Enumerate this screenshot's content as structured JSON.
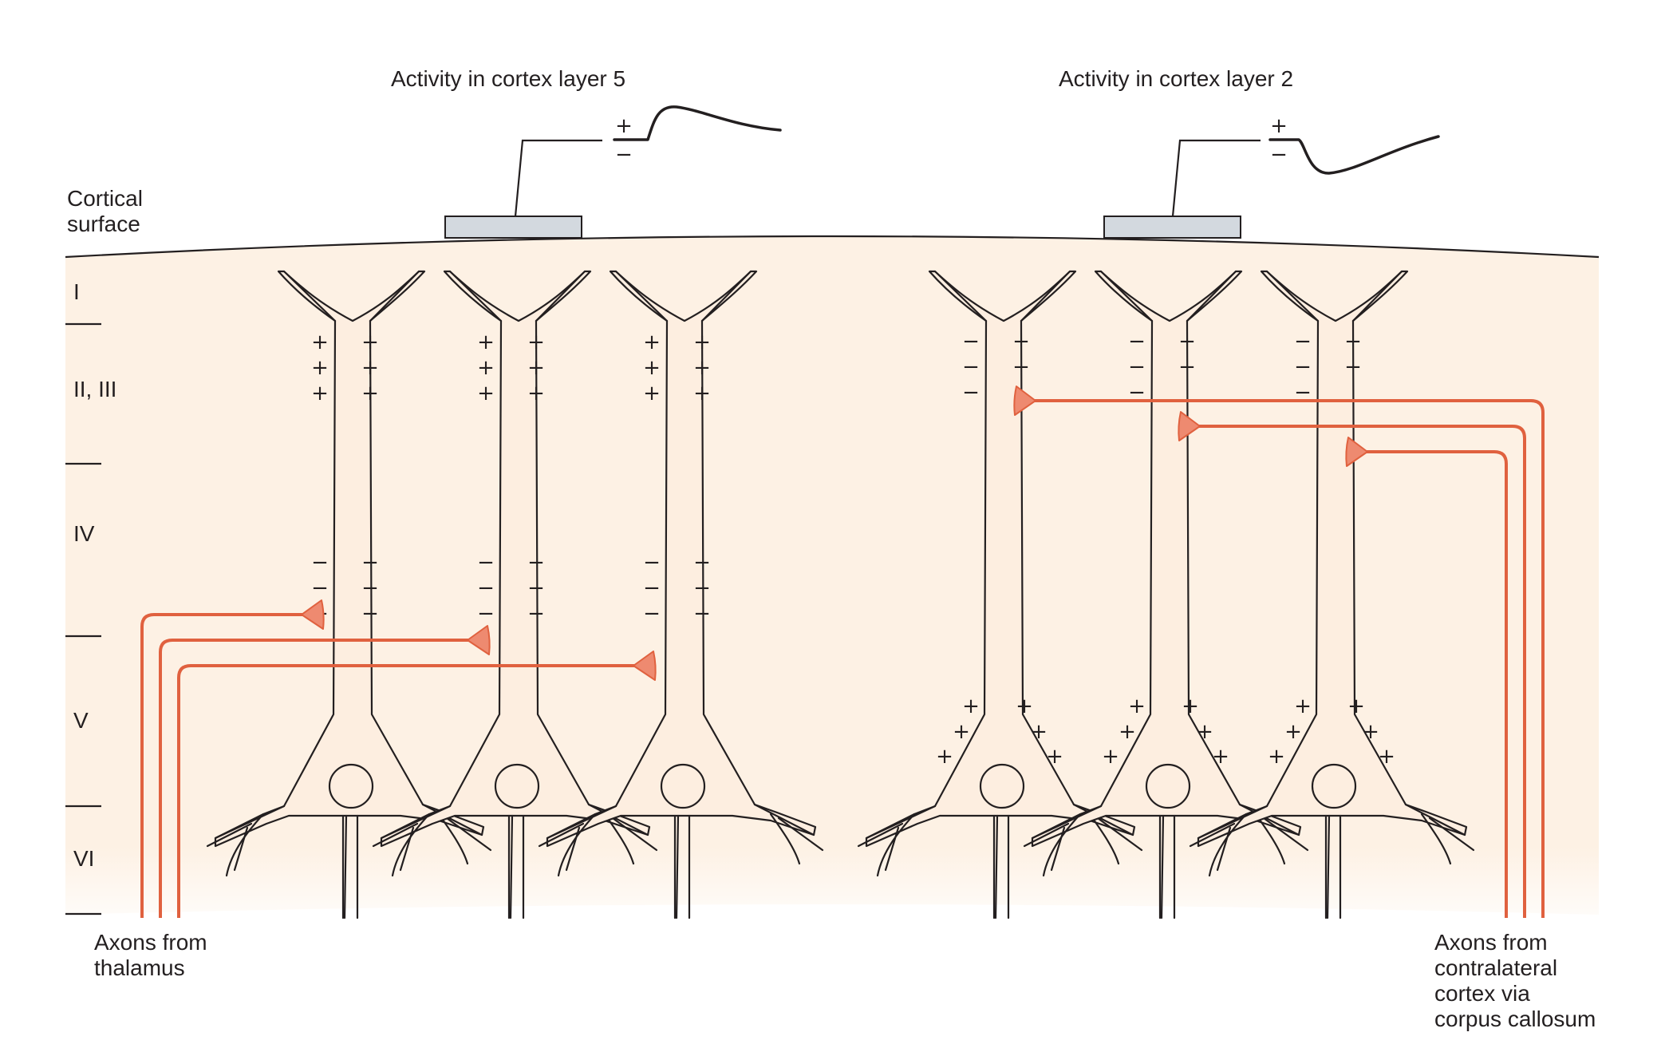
{
  "recordings": {
    "left_title": "Activity in cortex layer 5",
    "right_title": "Activity in cortex layer 2",
    "plus": "+",
    "minus": "−"
  },
  "labels": {
    "cortical_surface_line1": "Cortical",
    "cortical_surface_line2": "surface",
    "thalamus_line1": "Axons from",
    "thalamus_line2": "thalamus",
    "callosal_line1": "Axons from",
    "callosal_line2": "contralateral",
    "callosal_line3": "cortex via",
    "callosal_line4": "corpus callosum"
  },
  "layers": [
    "I",
    "II, III",
    "IV",
    "V",
    "VI"
  ],
  "colors": {
    "tissue": "#fdf1e4",
    "neuron_fill": "#fdeee0",
    "axon": "#e0613f",
    "axon_terminal": "#ee8a70",
    "electrode": "#d3d9df",
    "ink": "#231f20"
  },
  "neuron_groups": [
    {
      "name": "layer5-recording-group",
      "upper_dendrite_sign": "+",
      "lower_sign": "−",
      "somatic_sign": ""
    },
    {
      "name": "layer2-recording-group",
      "upper_dendrite_sign": "−",
      "lower_sign": "",
      "somatic_sign": "+"
    }
  ]
}
